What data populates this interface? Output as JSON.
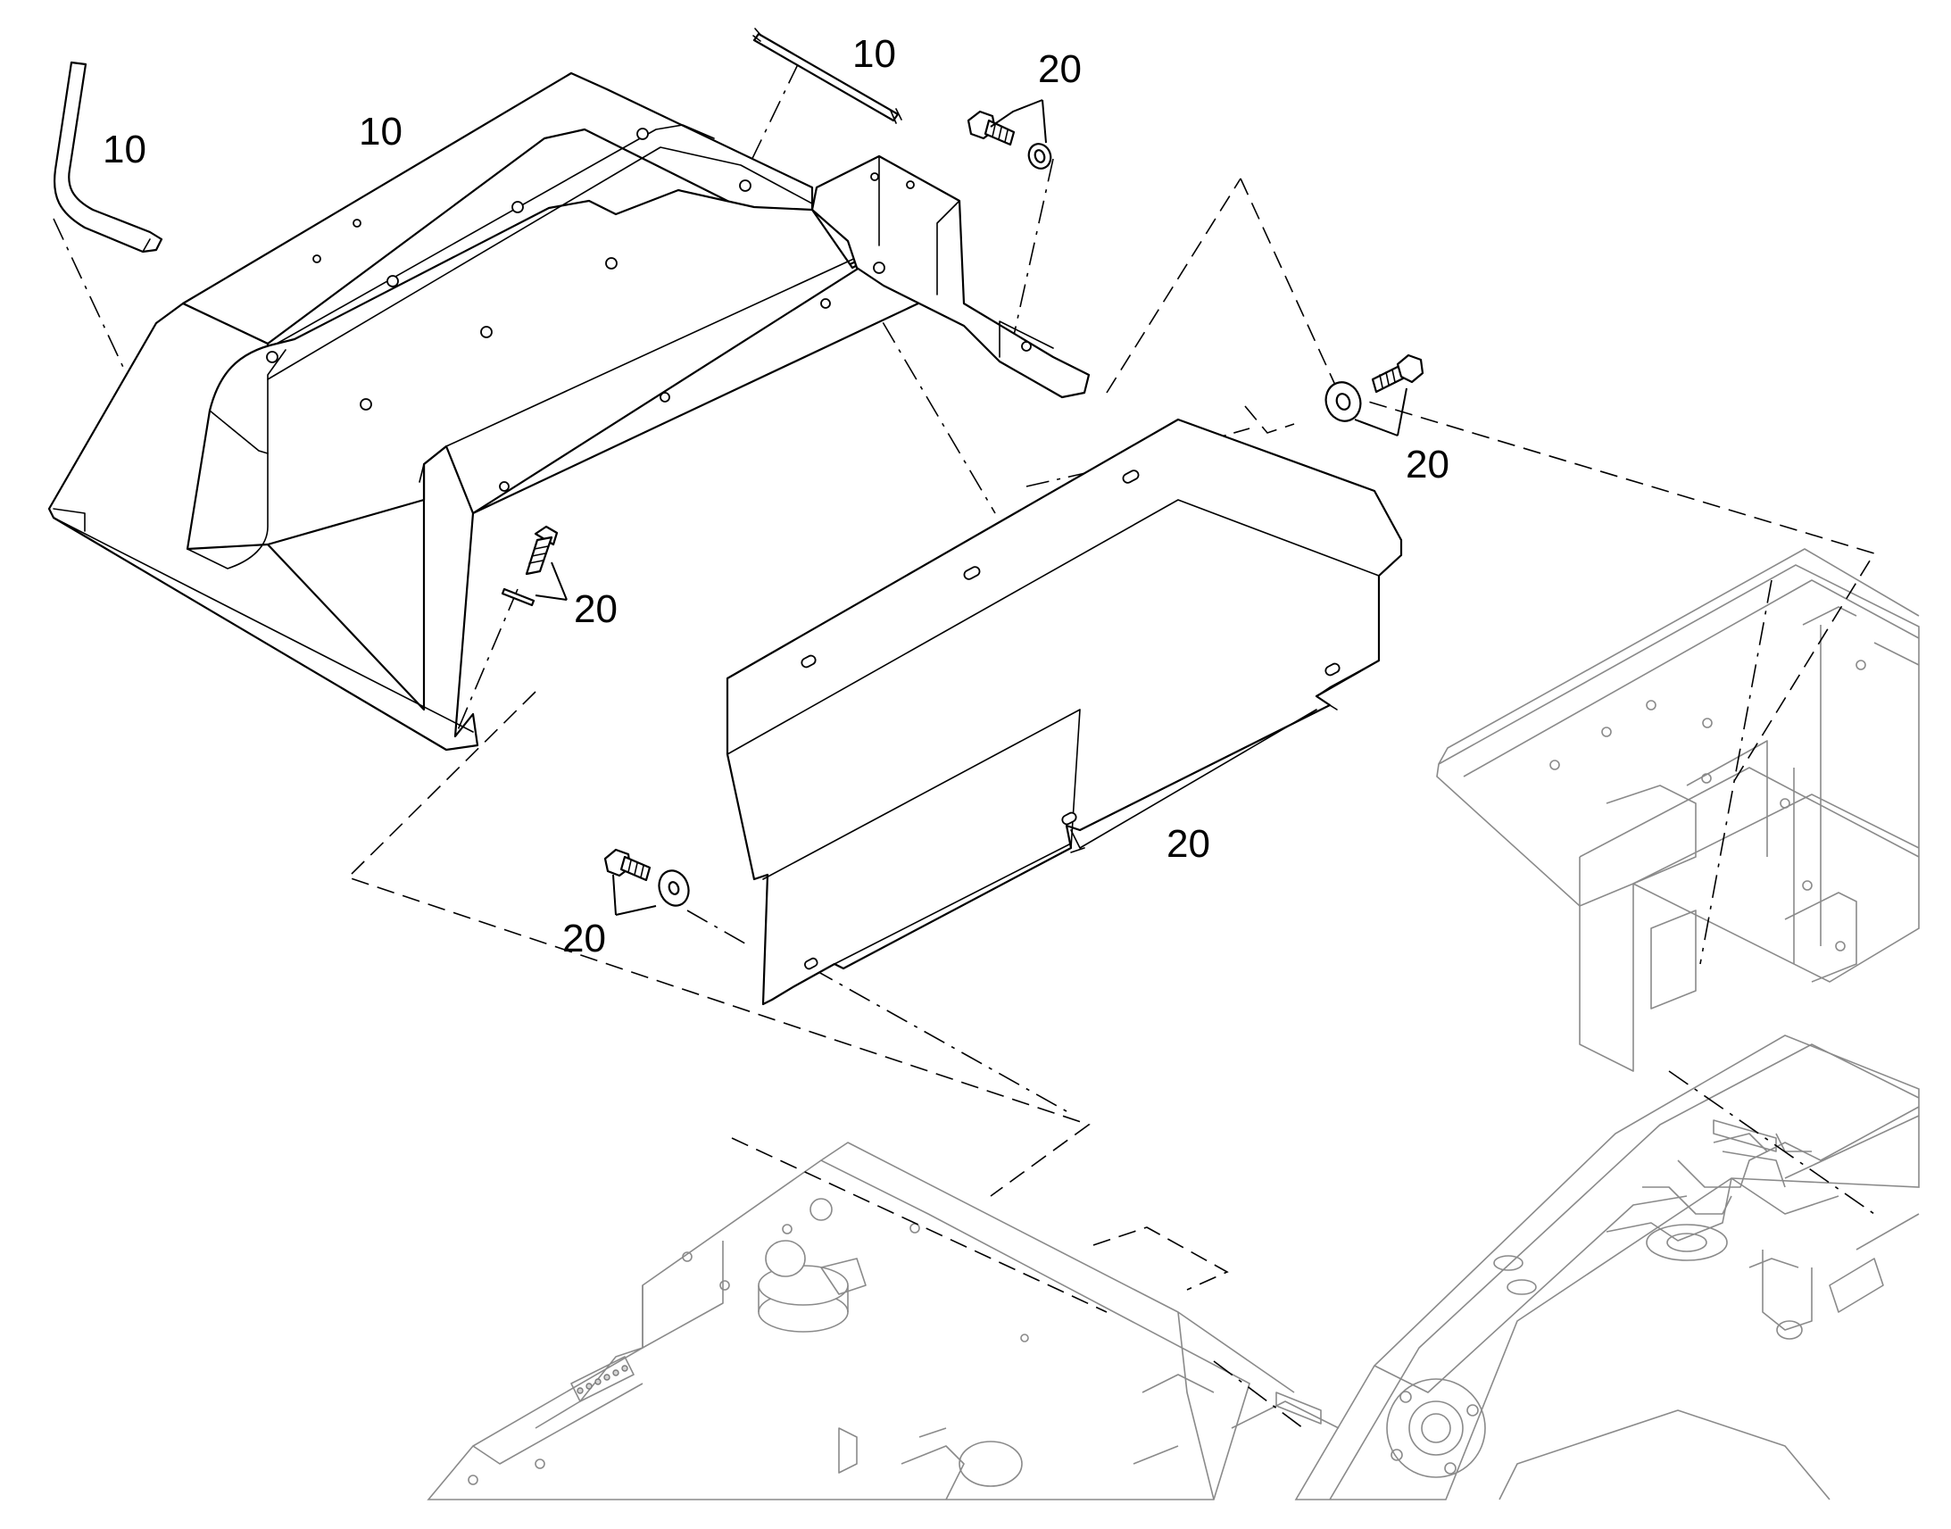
{
  "callouts": [
    {
      "id": "tube-left",
      "label": "10"
    },
    {
      "id": "cover-large",
      "label": "10"
    },
    {
      "id": "rod-top",
      "label": "10"
    },
    {
      "id": "bolt-washer-top",
      "label": "20"
    },
    {
      "id": "bolt-washer-right",
      "label": "20"
    },
    {
      "id": "bolt-pin-mid",
      "label": "20"
    },
    {
      "id": "plate-strip",
      "label": "20"
    },
    {
      "id": "bolt-washer-lower",
      "label": "20"
    }
  ]
}
